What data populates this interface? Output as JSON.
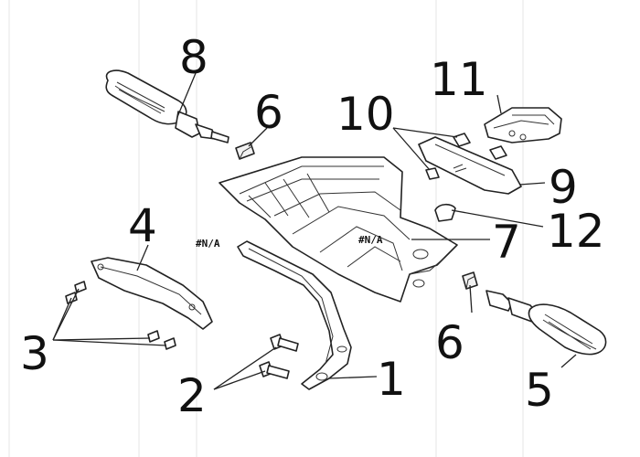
{
  "callouts": {
    "c1": "1",
    "c2": "2",
    "c3": "3",
    "c4": "4",
    "c5": "5",
    "c6a": "6",
    "c6b": "6",
    "c7": "7",
    "c8": "8",
    "c9": "9",
    "c10": "10",
    "c11": "11",
    "c12": "12"
  },
  "notes": {
    "na_left": "#N/A",
    "na_right": "#N/A"
  },
  "colors": {
    "line": "#222222",
    "background": "#ffffff",
    "guide": "#e6e6e6"
  }
}
